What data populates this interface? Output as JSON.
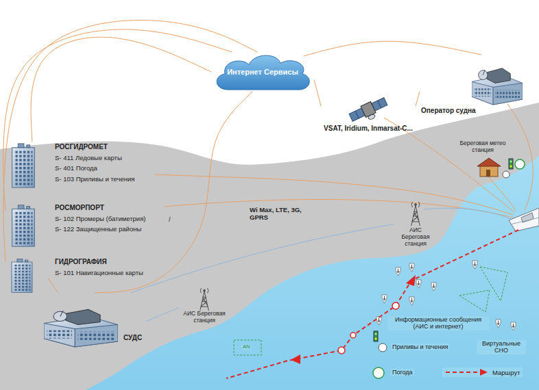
{
  "diagram": {
    "nodes": [
      {
        "text": [
          "Интернет Сервисы"
        ]
      },
      {
        "text": [
          "VSAT, Iridium, Inmarsat-C..."
        ]
      },
      {
        "text": [
          "Оператор судна"
        ]
      },
      {
        "text": [
          "РОСГИДРОМЕТ",
          "S- 411 Ледовые карты",
          "S- 401 Погода",
          "S- 103 Приливы и течения"
        ]
      },
      {
        "text": [
          "РОСМОРПОРТ",
          "S- 102 Промеры (батиметрия)",
          "S- 122 Защищенные районы"
        ]
      },
      {
        "text": [
          "ГИДРОГРАФИЯ",
          "S- 101 Навигационные карты"
        ]
      },
      {
        "text": [
          "СУДС"
        ]
      },
      {
        "text": [
          "Береговая метео станция"
        ]
      },
      {
        "text": [
          "АИС Береговая станция"
        ]
      },
      {
        "text": [
          "АИС Береговая станция"
        ]
      }
    ],
    "edges": [
      {
        "from": 3,
        "to": 0,
        "arrow": "none"
      },
      {
        "from": 4,
        "to": 0,
        "arrow": "none"
      },
      {
        "from": 5,
        "to": 0,
        "arrow": "none"
      },
      {
        "from": 6,
        "to": 0,
        "arrow": "none"
      },
      {
        "from": 0,
        "to": 1,
        "arrow": "none"
      },
      {
        "from": 0,
        "to": 2,
        "arrow": "none"
      },
      {
        "from": 1,
        "to": 2,
        "arrow": "none"
      },
      {
        "from": 6,
        "to": 9,
        "arrow": "none"
      },
      {
        "from": 6,
        "to": 8,
        "arrow": "none"
      },
      {
        "from": 5,
        "to": 6,
        "arrow": "none"
      }
    ],
    "labels": [
      "Wi Max, LTE, 3G, GPRS",
      "Информационные сообщения (АИС и интернет)",
      "Приливы и течения",
      "Виртуальные СНО",
      "Погода",
      "AN",
      "/"
    ],
    "legend": [
      {
        "text": "Маршрут"
      }
    ]
  }
}
